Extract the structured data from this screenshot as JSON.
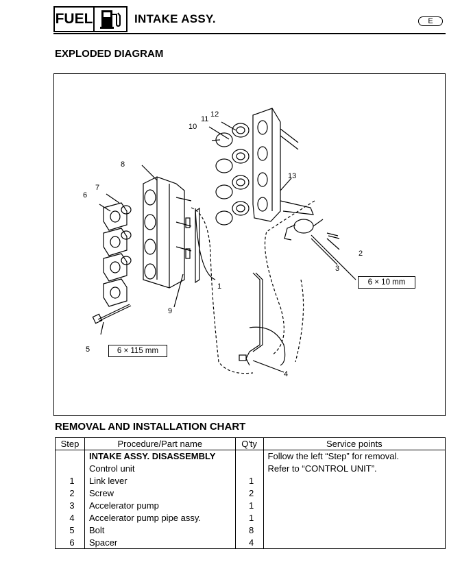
{
  "header": {
    "badge": "FUEL",
    "title": "INTAKE ASSY.",
    "lang": "E"
  },
  "diagram": {
    "heading": "EXPLODED DIAGRAM",
    "callouts": [
      "1",
      "2",
      "3",
      "4",
      "5",
      "6",
      "7",
      "8",
      "9",
      "10",
      "11",
      "12",
      "13"
    ],
    "dims": {
      "small": "6 × 10 mm",
      "large": "6 × 115 mm"
    }
  },
  "chart": {
    "heading": "REMOVAL AND INSTALLATION CHART",
    "columns": [
      "Step",
      "Procedure/Part name",
      "Q'ty",
      "Service points"
    ],
    "rows": [
      {
        "step": "",
        "part": "INTAKE ASSY. DISASSEMBLY",
        "qty": "",
        "note": "Follow the left “Step” for removal."
      },
      {
        "step": "",
        "part": "Control unit",
        "qty": "",
        "note": "Refer to “CONTROL UNIT”."
      },
      {
        "step": "1",
        "part": "Link lever",
        "qty": "1",
        "note": ""
      },
      {
        "step": "2",
        "part": "Screw",
        "qty": "2",
        "note": ""
      },
      {
        "step": "3",
        "part": "Accelerator pump",
        "qty": "1",
        "note": ""
      },
      {
        "step": "4",
        "part": "Accelerator pump pipe assy.",
        "qty": "1",
        "note": ""
      },
      {
        "step": "5",
        "part": "Bolt",
        "qty": "8",
        "note": ""
      },
      {
        "step": "6",
        "part": "Spacer",
        "qty": "4",
        "note": ""
      }
    ]
  }
}
